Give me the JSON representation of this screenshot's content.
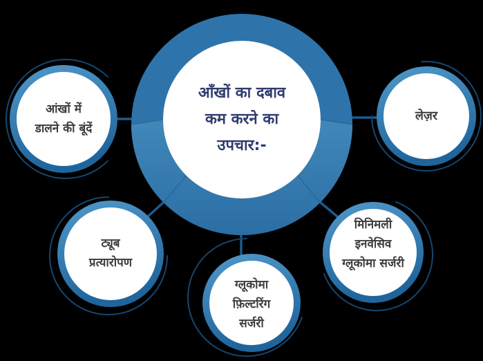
{
  "diagram": {
    "type": "hub-and-spoke",
    "language": "Hindi",
    "topic": "Treatments to reduce eye pressure (glaucoma)"
  },
  "hub": {
    "title": "आँखों का दबाव कम करने का उपचार:-",
    "lines": [
      "आँखों का दबाव",
      "कम करने का",
      "उपचार:-"
    ]
  },
  "satellites": [
    {
      "id": "eye-drops",
      "label": "आंखों में डालने की बूंदें",
      "lines": [
        "आंखों में",
        "डालने की बूंदें"
      ],
      "position": "left"
    },
    {
      "id": "laser",
      "label": "लेज़र",
      "lines": [
        "लेज़र"
      ],
      "position": "right"
    },
    {
      "id": "tube-implant",
      "label": "ट्यूब प्रत्यारोपण",
      "lines": [
        "ट्यूब",
        "प्रत्यारोपण"
      ],
      "position": "bottom-left"
    },
    {
      "id": "glaucoma-filtering-surgery",
      "label": "ग्लूकोमा फ़िल्टरिंग सर्जरी",
      "lines": [
        "ग्लूकोमा",
        "फ़िल्टरिंग",
        "सर्जरी"
      ],
      "position": "bottom-center"
    },
    {
      "id": "minimally-invasive-glaucoma-surgery",
      "label": "मिनिमली इनवेसिव ग्लूकोमा सर्जरी",
      "lines": [
        "मिनिमली",
        "इनवेसिव",
        "ग्लूकोमा सर्जरी"
      ],
      "position": "bottom-right"
    }
  ],
  "colors": {
    "background": "#000000",
    "hub_ring": "#2e74ab",
    "hub_ring_bottom_top": "#4186b8",
    "hub_ring_bottom_end": "#2a6ea4",
    "hub_seam": "#1c5f93",
    "node_fill": "#ffffff",
    "node_ring_top": "#4f96c8",
    "node_ring_bottom": "#1f659c",
    "orbit_arc": "#16466e",
    "connector": "#1d5a8c",
    "hub_text": "#2f3b6e",
    "node_text": "#3c3c3c"
  }
}
